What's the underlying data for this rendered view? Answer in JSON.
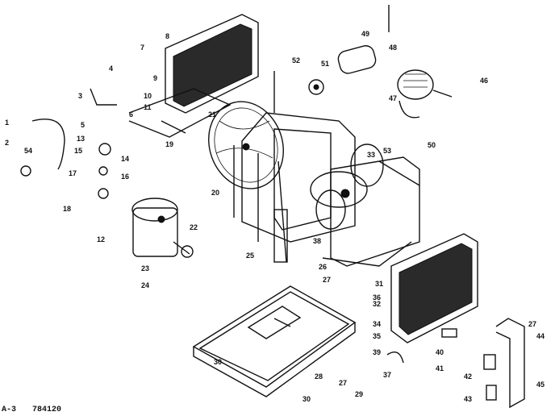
{
  "footer": {
    "figure": "A-3",
    "code": "784120"
  },
  "callouts": {
    "c1": "1",
    "c2": "2",
    "c3": "3",
    "c4": "4",
    "c5": "5",
    "c6": "6",
    "c7": "7",
    "c8": "8",
    "c9": "9",
    "c10": "10",
    "c11": "11",
    "c12": "12",
    "c13": "13",
    "c14": "14",
    "c15": "15",
    "c16": "16",
    "c17": "17",
    "c18": "18",
    "c19": "19",
    "c20": "20",
    "c21": "21",
    "c22": "22",
    "c23": "23",
    "c24": "24",
    "c25": "25",
    "c26": "26",
    "c27": "27",
    "c28": "28",
    "c29": "29",
    "c30": "30",
    "c31": "31",
    "c32": "32",
    "c33": "33",
    "c34": "34",
    "c35": "35",
    "c36": "36",
    "c37": "37",
    "c38": "38",
    "c39": "39",
    "c40": "40",
    "c41": "41",
    "c42": "42",
    "c43": "43",
    "c44": "44",
    "c45": "45",
    "c46": "46",
    "c47": "47",
    "c48": "48",
    "c49": "49",
    "c50": "50",
    "c51": "51",
    "c52": "52",
    "c53": "53",
    "c54": "54"
  }
}
